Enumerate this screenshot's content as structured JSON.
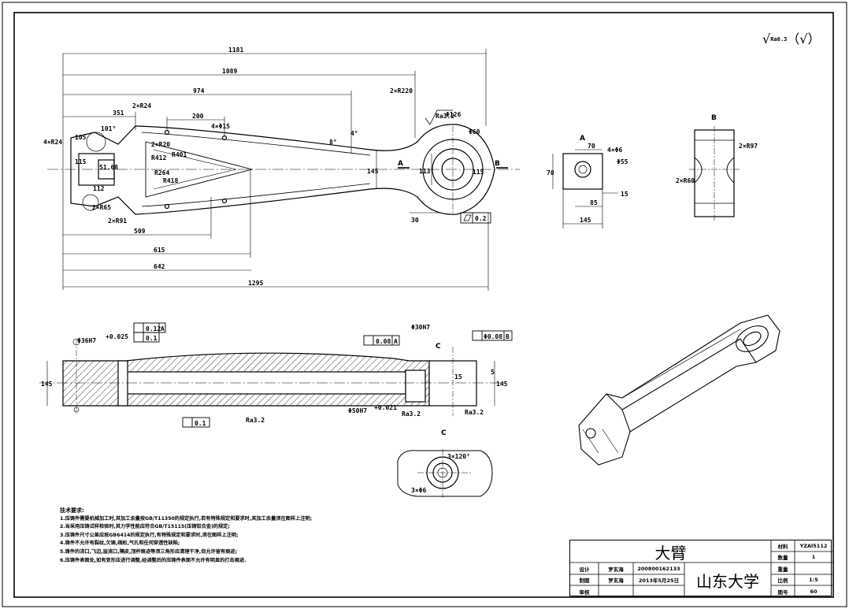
{
  "drawing": {
    "title": "大臂",
    "school": "山东大学",
    "roughness_general": "Ra6.3",
    "roughness_general_suffix": "（√）"
  },
  "title_block": {
    "material_label": "材料",
    "material_value": "YZAl5112",
    "qty_label": "数量",
    "qty_value": "1",
    "weight_label": "重量",
    "weight_value": "",
    "scale_label": "比例",
    "scale_value": "1:5",
    "drawing_no_label": "图号",
    "drawing_no_value": "60",
    "designer_label": "设计",
    "designer_name": "罗玄海",
    "designer_id": "200800162133",
    "drafter_label": "制图",
    "drafter_name": "罗玄海",
    "date": "2013年5月25日",
    "reviewer_label": "审核"
  },
  "notes": {
    "heading": "技术要求:",
    "items": [
      "1.压铸件需要机械加工时,其加工余量按GB/T11350的规定执行,若有特殊规定和要求时,其加工余量须在图样上注明;",
      "2.当采用压铸试样检验时,其力学性能应符合GB/T15115(压铸铝合金)的规定;",
      "3.压铸件尺寸公差应按GB6414的规定执行,有特殊规定和要求时,须在图样上注明;",
      "4.铸件不允许有裂纹,欠铸,疏松,气孔和任何穿透性缺陷;",
      "5.铸件的浇口,飞边,溢流口,隔皮,顶杆痕迹等须三角形应清理干净,但允许留有痕迹;",
      "6.压铸件表面处,如有变形应进行调整,经调整后的压铸件表面不允许有明显的打击痕迹."
    ]
  },
  "views": {
    "section_a": "A",
    "section_b": "B",
    "section_c": "C"
  },
  "dims": {
    "d1181": "1181",
    "d1089": "1089",
    "d974": "974",
    "d351": "351",
    "d200": "200",
    "d105": "105",
    "d115": "115",
    "d509": "509",
    "d615": "615",
    "d642": "642",
    "d1295": "1295",
    "d4x24": "4×R24",
    "d2x24": "2×R24",
    "d2x20": "2×R20",
    "d4x15": "4×Φ15",
    "d2x220": "2×R220",
    "r401": "R401",
    "r412": "R412",
    "r264": "R264",
    "r418": "R418",
    "d101": "101°",
    "d2xr65": "2×R65",
    "d2xr91": "2×R91",
    "d51": "51.68",
    "d112": "112",
    "d8": "8°",
    "d4": "4°",
    "d145": "145",
    "d113": "113",
    "d30": "30",
    "dphi126": "Φ126",
    "dphi60": "Φ60",
    "d115b": "115",
    "ra32a": "Ra3.2",
    "flat02": "0.2",
    "sa70": "70",
    "sa4x6": "4×Φ6",
    "sa55": "Φ55",
    "sa15": "15",
    "sa85": "85",
    "sa145": "145",
    "sa70v": "70",
    "sb2x97": "2×R97",
    "sb2x60": "2×R60",
    "f_par": "0.12",
    "f_A": "A",
    "f_flat": "0.1",
    "f_perp": "0.08",
    "f_A2": "A",
    "f_pos": "Φ0.08",
    "f_B": "B",
    "fit_left": "Φ36H7",
    "fit_right": "Φ30H7",
    "fit_bottom": "Φ50H7",
    "tol_up": "+0.025",
    "tol_up2": "+0.021",
    "sec_145": "145",
    "sec_145r": "145",
    "sec_15": "15",
    "sec_5": "5",
    "sec_flat_bottom": "0.1",
    "ra32b": "Ra3.2",
    "ra32c": "Ra3.2",
    "ra32d": "Ra3.2",
    "sc_3x120": "3×120°",
    "sc_3x6": "3×Φ6"
  }
}
